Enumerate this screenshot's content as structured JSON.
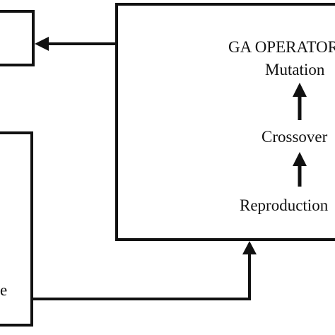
{
  "ga_block": {
    "title": "GA OPERATORS",
    "steps": [
      "Mutation",
      "Crossover",
      "Reproduction"
    ]
  },
  "left_lower_box": {
    "visible_text": "e"
  },
  "colors": {
    "stroke": "#111111",
    "background": "#ffffff"
  }
}
